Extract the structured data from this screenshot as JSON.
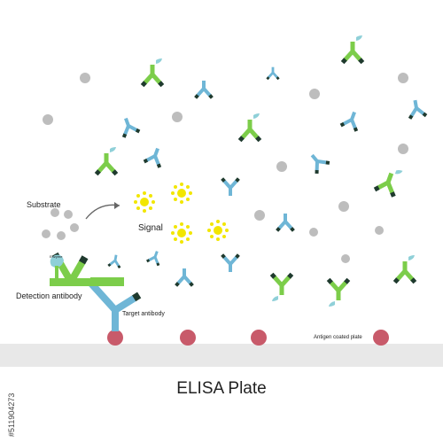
{
  "labels": {
    "substrate": "Substrate",
    "signal": "Signal",
    "enzyme": "Enzyme",
    "detection_antibody": "Detection antibody",
    "target_antibody": "Target antibody",
    "antigen_coated_plate": "Antigen coated plate"
  },
  "title": "ELISA Plate",
  "stock_id": "#511904273",
  "colors": {
    "plate": "#e8e8e8",
    "antigen": "#c85a6a",
    "substrate_dot": "#bdbdbd",
    "signal": "#f2e600",
    "antibody_blue": "#6fb6d6",
    "antibody_green": "#7ccd4a",
    "antibody_dark": "#1f3a2e",
    "enzyme": "#8fd0d8"
  }
}
